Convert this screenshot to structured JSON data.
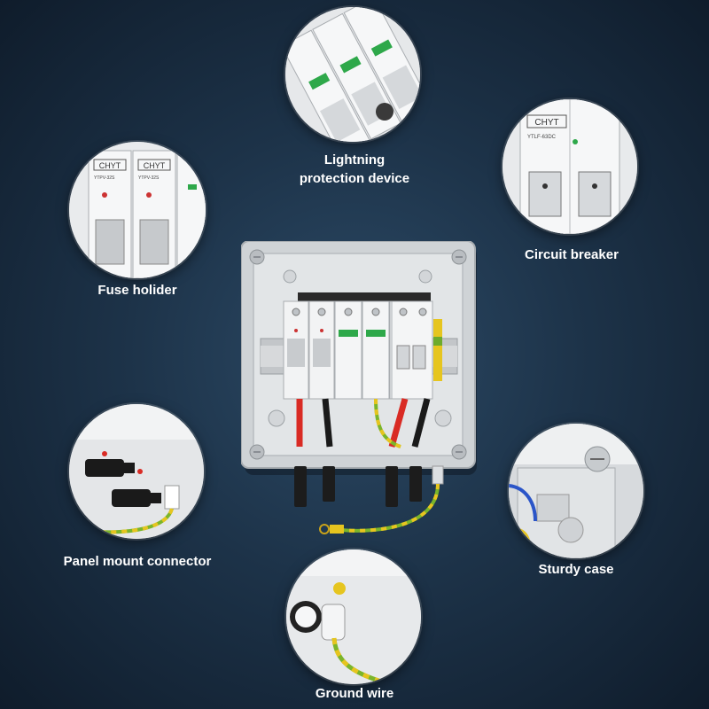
{
  "labels": {
    "lightning": [
      "Lightning",
      "protection device"
    ],
    "circuit_breaker": "Circuit breaker",
    "fuse_holder": "Fuse holider",
    "panel_mount": "Panel mount connector",
    "sturdy_case": "Sturdy case",
    "ground_wire": "Ground wire"
  },
  "device_text": {
    "brand": "CHYT",
    "fuse_model": "YTPV-32S",
    "breaker_model": "YTLF-63DC"
  },
  "colors": {
    "background": "#1d3349",
    "label_text": "#ffffff",
    "case_grey": "#d9dcdf",
    "module_white": "#f4f5f6",
    "wire_red": "#d92b24",
    "wire_black": "#1a1a1a",
    "earth_green_yellow": "#7bb52a",
    "indicator_green": "#2ea84a"
  }
}
